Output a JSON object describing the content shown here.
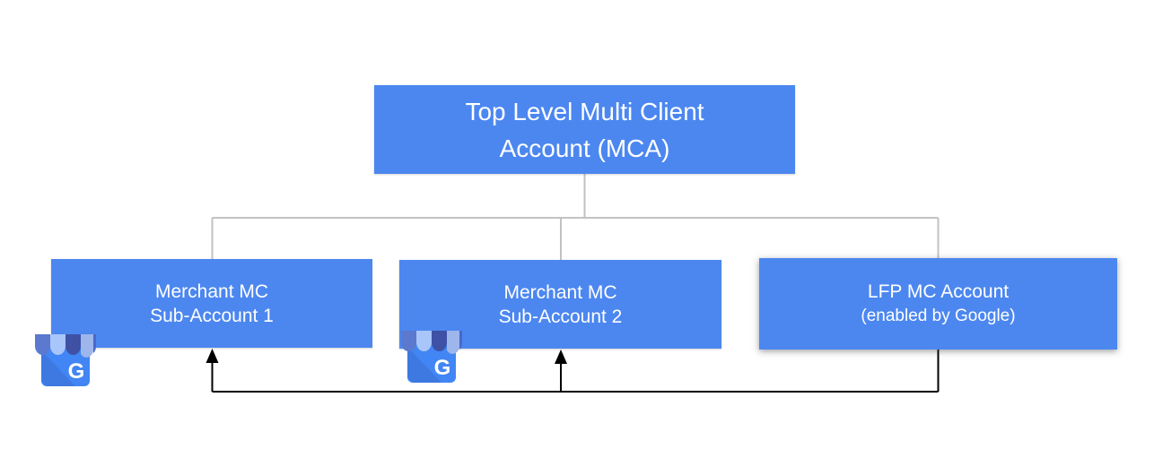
{
  "diagram": {
    "description": "Account hierarchy diagram for a Multi Client Account structure",
    "nodes": {
      "mca": {
        "line1": "Top Level Multi Client",
        "line2": "Account (MCA)"
      },
      "sub1": {
        "line1": "Merchant MC",
        "line2": "Sub-Account 1"
      },
      "sub2": {
        "line1": "Merchant MC",
        "line2": "Sub-Account 2"
      },
      "lfp": {
        "line1": "LFP MC Account",
        "line2": "(enabled by Google)"
      }
    },
    "icons": {
      "gmb": {
        "name": "google-my-business-icon",
        "letter": "G"
      }
    },
    "edges": [
      {
        "from": "mca",
        "to": "sub1",
        "style": "tree-line"
      },
      {
        "from": "mca",
        "to": "sub2",
        "style": "tree-line"
      },
      {
        "from": "mca",
        "to": "lfp",
        "style": "tree-line"
      },
      {
        "from": "lfp",
        "to": "sub1",
        "style": "black-arrow"
      },
      {
        "from": "lfp",
        "to": "sub2",
        "style": "black-arrow"
      }
    ],
    "colors": {
      "node_fill": "#4c87f0",
      "node_text": "#ffffff",
      "tree_connector": "#c2c2c2",
      "flow_connector": "#000000",
      "icon_body": "#4285f4",
      "icon_fold": "#3d79e0",
      "icon_stripe_medium": "#5b79cf",
      "icon_stripe_light": "#a8c6fa",
      "icon_stripe_dark": "#3f51a5",
      "icon_stripe_periwinkle": "#9db6ec",
      "icon_stripe_edge": "#4a68c9"
    }
  }
}
